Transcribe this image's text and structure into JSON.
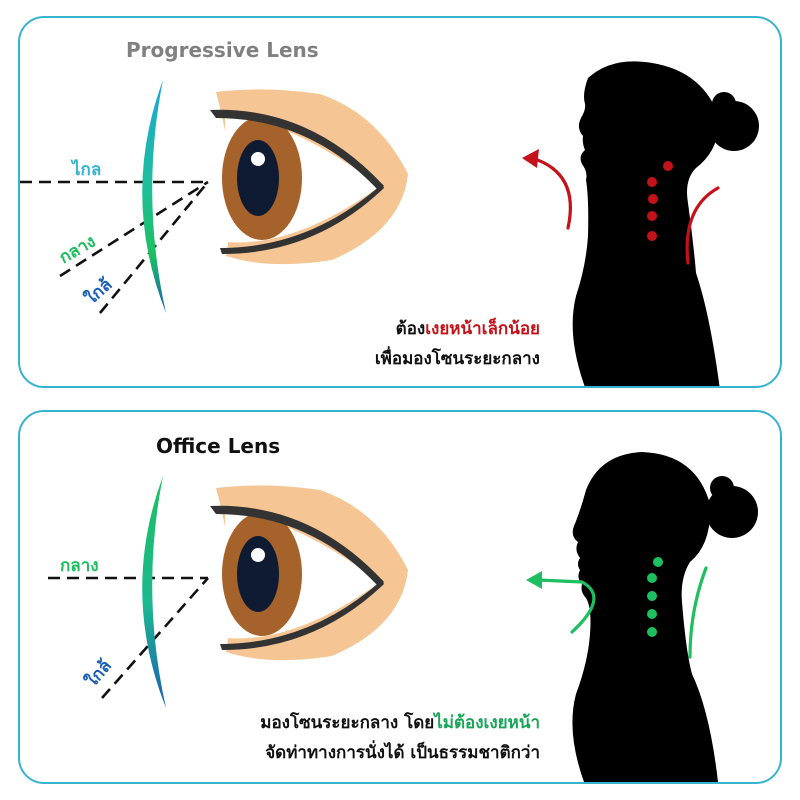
{
  "panels": [
    {
      "title": "Progressive Lens",
      "title_color": "#808080",
      "lens_zones": [
        {
          "label": "ไกล",
          "color": "#35b3cf"
        },
        {
          "label": "กลาง",
          "color": "#1dbf60"
        },
        {
          "label": "ใกล้",
          "color": "#1a5fb4"
        }
      ],
      "caption_line1_prefix": "ต้อง",
      "caption_line1_highlight": "เงยหน้าเล็กน้อย",
      "caption_line2": "เพื่อมองโซนระยะกลาง",
      "highlight_color": "#c4121a",
      "spine_dot_color": "#c4121a"
    },
    {
      "title": "Office Lens",
      "title_color": "#111111",
      "lens_zones": [
        {
          "label": "กลาง",
          "color": "#1dbf60"
        },
        {
          "label": "ใกล้",
          "color": "#1a5fb4"
        }
      ],
      "caption_line1_prefix": "มองโซนระยะกลาง โดย",
      "caption_line1_highlight": "ไม่ต้องเงยหน้า",
      "caption_line2": "จัดท่าทางการนั่งได้ เป็นธรรมชาติกว่า",
      "highlight_color": "#1aa65a",
      "spine_dot_color": "#1dbf60"
    }
  ],
  "colors": {
    "border": "#35b3cf",
    "skin": "#f6c594",
    "iris": "#a5622a",
    "pupil": "#0f1a33",
    "silhouette": "#000000"
  }
}
